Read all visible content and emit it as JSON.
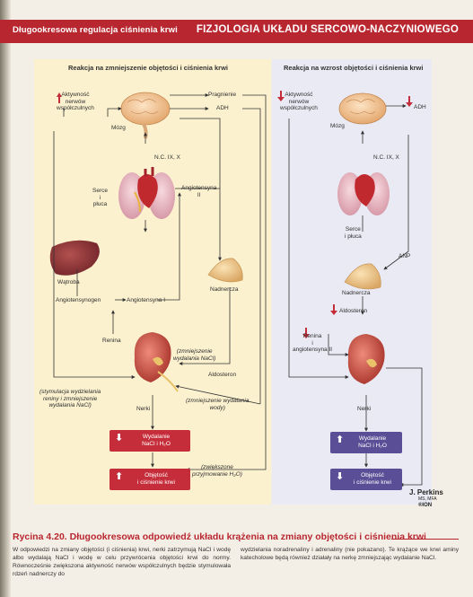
{
  "header": {
    "left_title": "Długookresowa regulacja ciśnienia krwi",
    "right_title": "FIZJOLOGIA UKŁADU SERCOWO-NACZYNIOWEGO"
  },
  "left": {
    "title": "Reakcja na zmniejszenie objętości i ciśnienia krwi",
    "sympathetic": "Aktywność\nnerwów\nwspółczulnych",
    "brain": "Mózg",
    "thirst": "Pragnienie",
    "adh": "ADH",
    "nc": "N.C. IX, X",
    "heart": "Serce\ni\npłuca",
    "angiotensin2": "Angiotensyna\nII",
    "liver": "Wątroba",
    "adrenal": "Nadnercza",
    "angiotensinogen": "Angiotensynogen",
    "angiotensin1": "Angiotensyna I",
    "renin": "Renina",
    "reduced_excretion": "(zmniejszenie\nwydalania NaCl)",
    "aldosterone": "Aldosteron",
    "stimulation": "(stymulacja wydzielania\nreniny i zmniejszenie\nwydalania NaCl)",
    "kidneys": "Nerki",
    "reduced_water": "(zmniejszenie wydalania\nwody)",
    "excretion_box": "Wydalanie\nNaCl i H₂O",
    "volume_box": "Objętość\ni ciśnienie krwi",
    "increased_intake": "(zwiększone\nprzyjmowanie H₂O)"
  },
  "right": {
    "title": "Reakcja na wzrost objętości i ciśnienia krwi",
    "sympathetic": "Aktywność\nnerwów\nwspółczulnych",
    "brain": "Mózg",
    "adh": "ADH",
    "nc": "N.C. IX, X",
    "heart": "Serce\ni płuca",
    "anp": "ANP",
    "adrenal": "Nadnercza",
    "aldosterone": "Aldosteron",
    "renin": "Renina\ni\nangiotensyna II",
    "kidneys": "Nerki",
    "excretion_box": "Wydalanie\nNaCl i H₂O",
    "volume_box": "Objętość\ni ciśnienie krwi"
  },
  "signature": {
    "name": "J. Perkins",
    "credentials": "MS, MFA",
    "logo": "®ION"
  },
  "caption": "Rycina 4.20. Długookresowa odpowiedź układu krążenia na zmiany objętości i ciśnienia krwi",
  "body_left": "W odpowiedzi na zmiany objętości (i ciśnienia) krwi, nerki zatrzymują NaCl i wodę albo wydalają NaCl i wodę w celu przywrócenia objętości krwi do normy. Równocześnie zwiększona aktywność nerwów współczulnych będzie stymulowała rdzeń nadnerczy do",
  "body_right": "wydzielania noradrenaliny i adrenaliny (nie pokazano). Te krążące we krwi aminy katecholowe będą również działały na nerkę zmniejszając wydalanie NaCl.",
  "colors": {
    "header": "#b8262f",
    "left_panel": "#fbf1cf",
    "right_panel": "#e9eaf4",
    "red_box": "#c62d3a",
    "purple_box": "#5a4f96"
  },
  "icons": [
    "brain-icon",
    "heart-lungs-icon",
    "liver-icon",
    "adrenal-icon",
    "kidney-icon",
    "up-arrow-icon",
    "down-arrow-icon"
  ]
}
